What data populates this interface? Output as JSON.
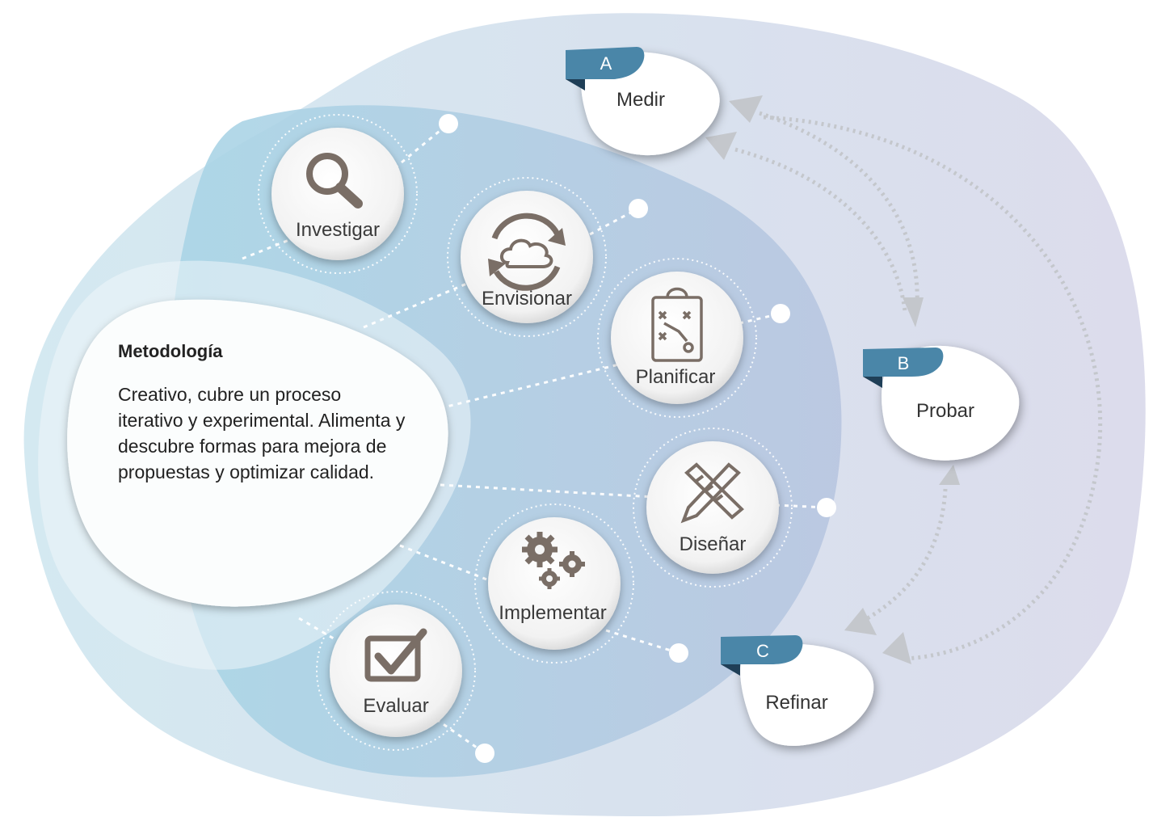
{
  "methodology": {
    "title": "Metodología",
    "description": "Creativo, cubre un proceso iterativo y experimental. Alimenta y descubre formas para mejora de propuestas y optimizar calidad."
  },
  "steps": [
    {
      "label": "Investigar",
      "icon": "magnifier-icon"
    },
    {
      "label": "Envisionar",
      "icon": "cloud-cycle-icon"
    },
    {
      "label": "Planificar",
      "icon": "clipboard-plan-icon"
    },
    {
      "label": "Diseñar",
      "icon": "ruler-pencil-icon"
    },
    {
      "label": "Implementar",
      "icon": "gears-icon"
    },
    {
      "label": "Evaluar",
      "icon": "checkbox-icon"
    }
  ],
  "cycle": [
    {
      "badge": "A",
      "label": "Medir"
    },
    {
      "badge": "B",
      "label": "Probar"
    },
    {
      "badge": "C",
      "label": "Refinar"
    }
  ],
  "colors": {
    "badge": "#4a86a8",
    "icon": "#7a6e66",
    "arrow": "#c4c7cc"
  }
}
